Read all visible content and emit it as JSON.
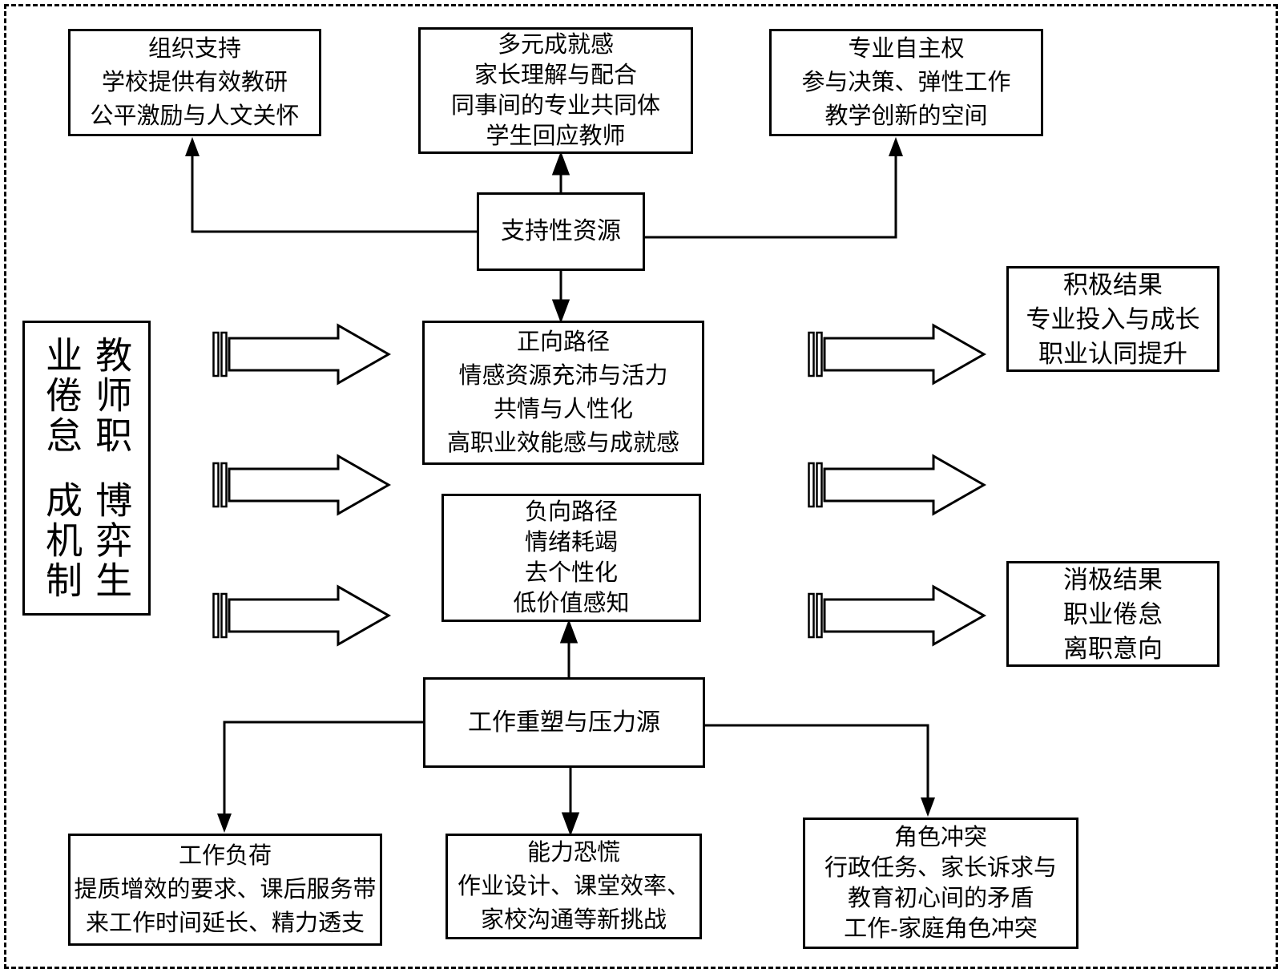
{
  "title_box": {
    "col_right": "教师职业倦怠",
    "col_left": "博弈生成机制"
  },
  "boxes": {
    "org_support": {
      "lines": [
        "组织支持",
        "学校提供有效教研",
        "公平激励与人文关怀"
      ]
    },
    "achievement": {
      "lines": [
        "多元成就感",
        "家长理解与配合",
        "同事间的专业共同体",
        "学生回应教师"
      ]
    },
    "autonomy": {
      "lines": [
        "专业自主权",
        "参与决策、弹性工作",
        "教学创新的空间"
      ]
    },
    "support_resources": {
      "label": "支持性资源"
    },
    "positive_path": {
      "lines": [
        "正向路径",
        "情感资源充沛与活力",
        "共情与人性化",
        "高职业效能感与成就感"
      ]
    },
    "negative_path": {
      "lines": [
        "负向路径",
        "情绪耗竭",
        "去个性化",
        "低价值感知"
      ]
    },
    "positive_outcome": {
      "lines": [
        "积极结果",
        "专业投入与成长",
        "职业认同提升"
      ]
    },
    "negative_outcome": {
      "lines": [
        "消极结果",
        "职业倦怠",
        "离职意向"
      ]
    },
    "job_crafting": {
      "label": "工作重塑与压力源"
    },
    "workload": {
      "lines": [
        "工作负荷",
        "提质增效的要求、课后服务带",
        "来工作时间延长、精力透支"
      ]
    },
    "competence_panic": {
      "lines": [
        "能力恐慌",
        "作业设计、课堂效率、",
        "家校沟通等新挑战"
      ]
    },
    "role_conflict": {
      "lines": [
        "角色冲突",
        "行政任务、家长诉求与",
        "教育初心间的矛盾",
        "工作-家庭角色冲突"
      ]
    }
  },
  "colors": {
    "line": "#000000",
    "background": "#ffffff"
  }
}
